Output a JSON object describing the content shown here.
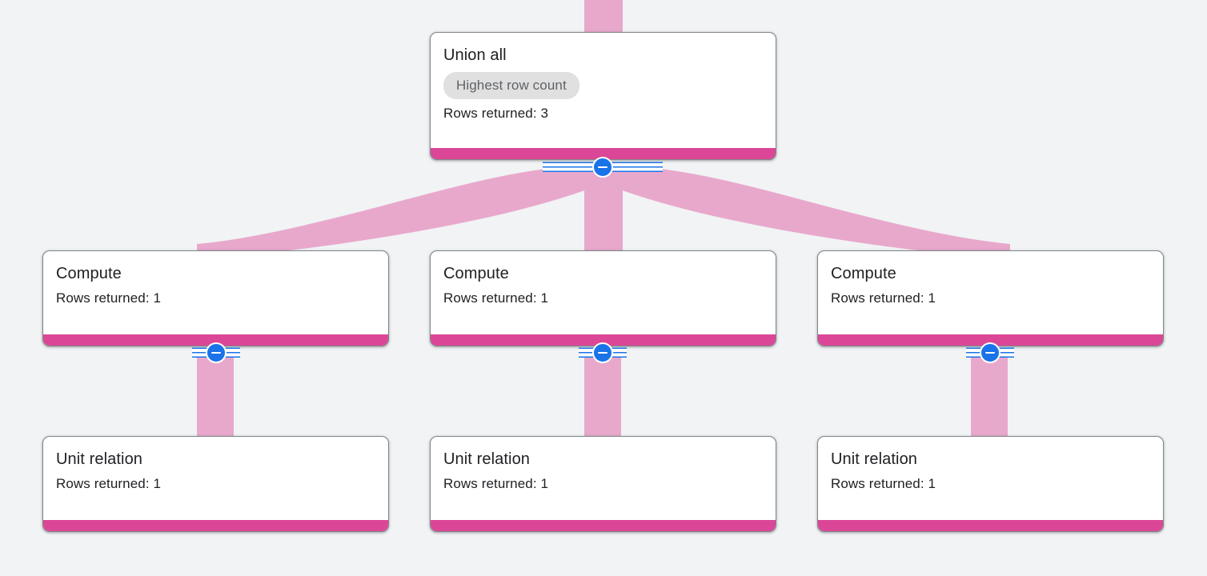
{
  "diagram": {
    "kind": "query-execution-plan",
    "background_color": "#F1F3F4",
    "colors": {
      "node_bar": "#DB4796",
      "flow_ribbon": "#E8A8CC",
      "toggle_blue": "#1A73E8",
      "badge_bg": "#E0E0E0",
      "badge_text": "#5F6368",
      "node_border": "#80868B",
      "node_bg": "#FFFFFF",
      "text": "#202124"
    },
    "nodes": [
      {
        "id": "union-all",
        "title": "Union all",
        "badge": "Highest row count",
        "rows": "Rows returned: 3",
        "has_badge": true,
        "collapsible": true,
        "toggle_state": "expanded",
        "toggle_icon": "minus-icon"
      },
      {
        "id": "compute-left",
        "title": "Compute",
        "badge": "",
        "rows": "Rows returned: 1",
        "has_badge": false,
        "collapsible": true,
        "toggle_state": "expanded",
        "toggle_icon": "minus-icon"
      },
      {
        "id": "compute-middle",
        "title": "Compute",
        "badge": "",
        "rows": "Rows returned: 1",
        "has_badge": false,
        "collapsible": true,
        "toggle_state": "expanded",
        "toggle_icon": "minus-icon"
      },
      {
        "id": "compute-right",
        "title": "Compute",
        "badge": "",
        "rows": "Rows returned: 1",
        "has_badge": false,
        "collapsible": true,
        "toggle_state": "expanded",
        "toggle_icon": "minus-icon"
      },
      {
        "id": "unit-relation-left",
        "title": "Unit relation",
        "badge": "",
        "rows": "Rows returned: 1",
        "has_badge": false,
        "collapsible": false,
        "toggle_state": "",
        "toggle_icon": ""
      },
      {
        "id": "unit-relation-middle",
        "title": "Unit relation",
        "badge": "",
        "rows": "Rows returned: 1",
        "has_badge": false,
        "collapsible": false,
        "toggle_state": "",
        "toggle_icon": ""
      },
      {
        "id": "unit-relation-right",
        "title": "Unit relation",
        "badge": "",
        "rows": "Rows returned: 1",
        "has_badge": false,
        "collapsible": false,
        "toggle_state": "",
        "toggle_icon": ""
      }
    ],
    "edges": [
      {
        "id": "edge-inbound-union",
        "from": "above",
        "to": "union-all",
        "weight": 3
      },
      {
        "id": "edge-union-to-compute-left",
        "from": "union-all",
        "to": "compute-left",
        "weight": 1
      },
      {
        "id": "edge-union-to-compute-middle",
        "from": "union-all",
        "to": "compute-middle",
        "weight": 1
      },
      {
        "id": "edge-union-to-compute-right",
        "from": "union-all",
        "to": "compute-right",
        "weight": 1
      },
      {
        "id": "edge-compute-left-to-unit-left",
        "from": "compute-left",
        "to": "unit-relation-left",
        "weight": 1
      },
      {
        "id": "edge-compute-middle-to-unit-middle",
        "from": "compute-middle",
        "to": "unit-relation-middle",
        "weight": 1
      },
      {
        "id": "edge-compute-right-to-unit-right",
        "from": "compute-right",
        "to": "unit-relation-right",
        "weight": 1
      }
    ]
  }
}
